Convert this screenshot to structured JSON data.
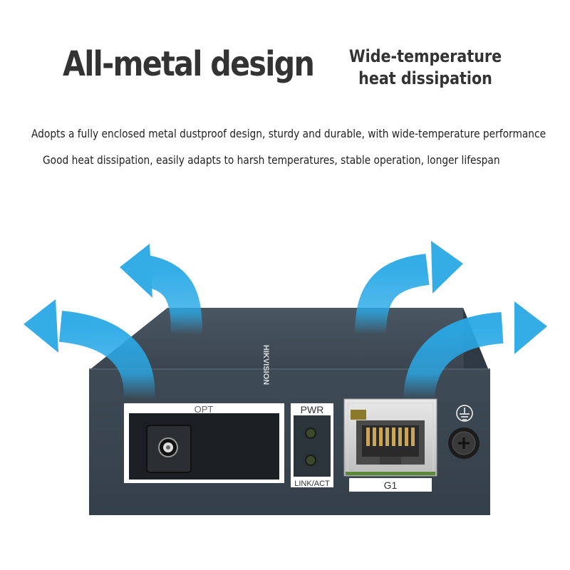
{
  "headline": "All-metal design",
  "subheadline": "Wide-temperature heat dissipation",
  "description": [
    "Adopts a fully enclosed metal dustproof design, sturdy and durable, with wide-temperature performance",
    "Good heat dissipation, easily adapts to harsh temperatures, stable operation, longer lifespan"
  ],
  "device": {
    "brand": "HIKVISION",
    "ports": {
      "optical_label": "OPT",
      "power_label": "PWR",
      "link_label": "LINK/ACT",
      "ethernet_label": "G1"
    },
    "ground_icon": "ground-icon"
  },
  "colors": {
    "device_body": "#3a4651",
    "arrow": "#2aa9e6",
    "text": "#333333"
  }
}
